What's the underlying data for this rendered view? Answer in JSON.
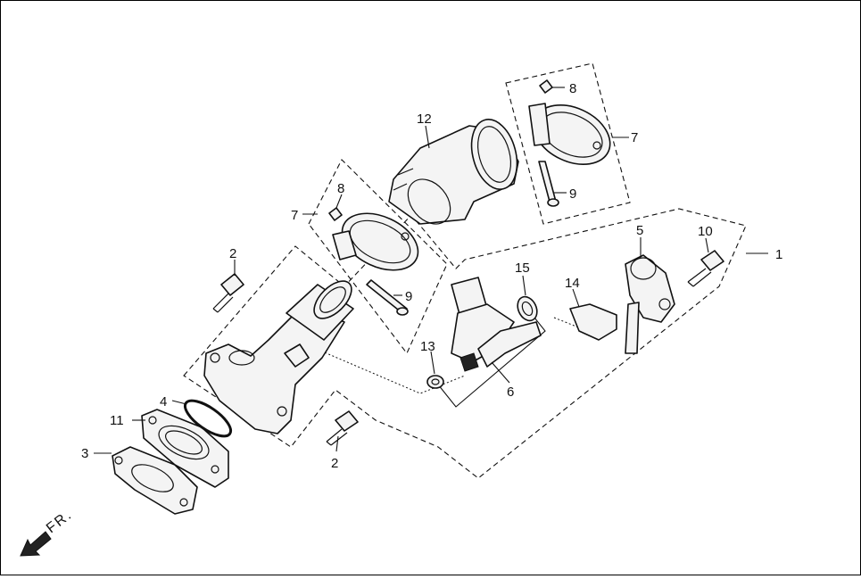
{
  "callouts": {
    "c1": "1",
    "c2a": "2",
    "c2b": "2",
    "c3": "3",
    "c4": "4",
    "c5": "5",
    "c6": "6",
    "c7a": "7",
    "c7b": "7",
    "c8a": "8",
    "c8b": "8",
    "c9a": "9",
    "c9b": "9",
    "c10": "10",
    "c11": "11",
    "c12": "12",
    "c13": "13",
    "c14": "14",
    "c15": "15"
  },
  "direction_label": "FR.",
  "colors": {
    "line": "#111111",
    "part_fill": "#f4f4f4",
    "background": "#ffffff"
  }
}
